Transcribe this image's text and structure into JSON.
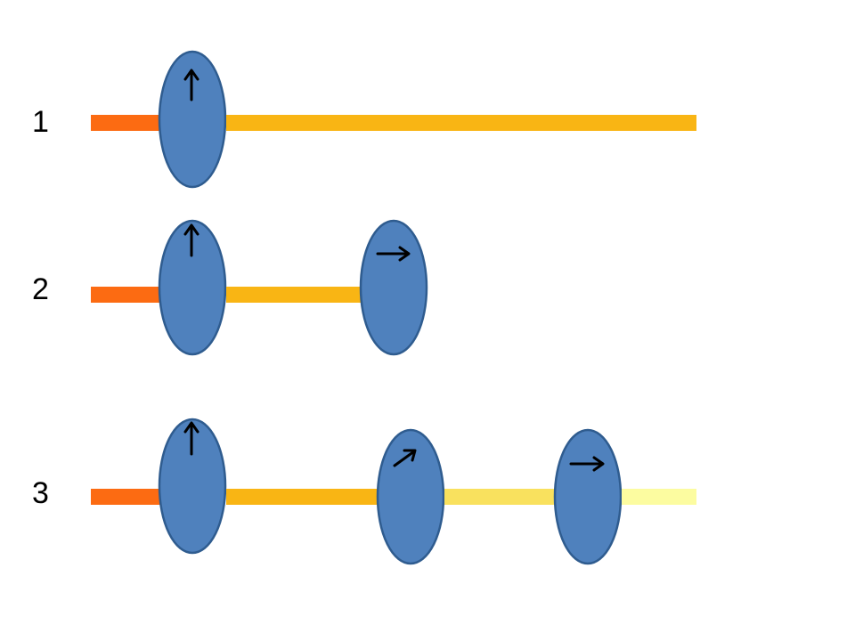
{
  "diagram": {
    "rows": [
      {
        "label": "1",
        "polarizers": [
          {
            "orientation": "vertical"
          }
        ]
      },
      {
        "label": "2",
        "polarizers": [
          {
            "orientation": "vertical"
          },
          {
            "orientation": "horizontal"
          }
        ]
      },
      {
        "label": "3",
        "polarizers": [
          {
            "orientation": "vertical"
          },
          {
            "orientation": "diagonal"
          },
          {
            "orientation": "horizontal"
          }
        ]
      }
    ],
    "colors": {
      "polarizer_fill": "#4f81bd",
      "polarizer_stroke": "#2f5c8f",
      "beam_unpolarized": "#fc6b12",
      "beam_stage_1": "#f9b514",
      "beam_stage_2": "#f9e15e",
      "beam_stage_3": "#fcfca0",
      "arrow": "#000000"
    }
  }
}
